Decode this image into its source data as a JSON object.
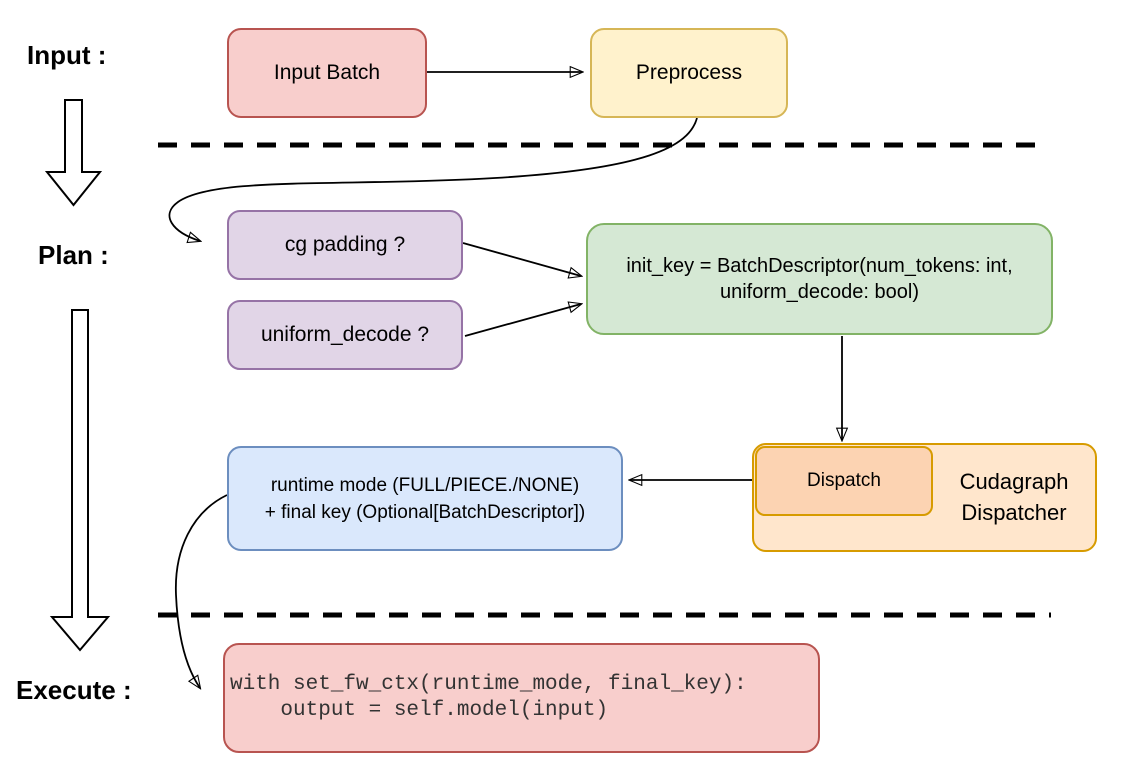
{
  "diagram": {
    "sections": {
      "input_label": "Input :",
      "plan_label": "Plan :",
      "execute_label": "Execute :"
    },
    "nodes": {
      "input_batch": {
        "label": "Input Batch"
      },
      "preprocess": {
        "label": "Preprocess"
      },
      "cg_padding": {
        "label": "cg padding ?"
      },
      "uniform_decode": {
        "label": "uniform_decode ?"
      },
      "init_key": {
        "line1": "init_key = BatchDescriptor(num_tokens: int,",
        "line2": "uniform_decode: bool)"
      },
      "dispatch": {
        "label": "Dispatch"
      },
      "cudagraph_dispatcher": {
        "line1": "Cudagraph",
        "line2": "Dispatcher"
      },
      "runtime_mode": {
        "line1": "runtime mode (FULL/PIECE./NONE)",
        "line2": "+ final key (Optional[BatchDescriptor])"
      },
      "execute_code": {
        "line1": "with set_fw_ctx(runtime_mode, final_key):",
        "line2": "    output = self.model(input)"
      }
    },
    "colors": {
      "red_fill": "#f8cecc",
      "red_stroke": "#b85450",
      "yellow_fill": "#fff2cc",
      "yellow_stroke": "#d6b656",
      "purple_fill": "#e1d5e7",
      "purple_stroke": "#9673a6",
      "green_fill": "#d5e8d4",
      "green_stroke": "#82b366",
      "orange_light_fill": "#ffe6cc",
      "orange_dark_fill": "#fcd3b2",
      "orange_stroke": "#d79b00",
      "blue_fill": "#dae8fc",
      "blue_stroke": "#6c8ebf",
      "line_color": "#000000"
    }
  }
}
